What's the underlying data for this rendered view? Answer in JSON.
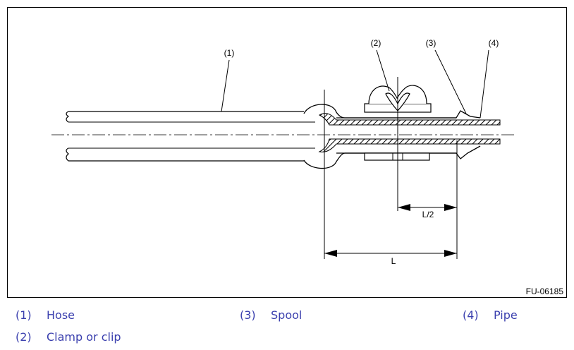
{
  "figure": {
    "callouts": {
      "hose": "(1)",
      "clamp": "(2)",
      "spool": "(3)",
      "pipe": "(4)"
    },
    "dimensions": {
      "half_length": "L/2",
      "length": "L"
    },
    "figure_id": "FU-06185"
  },
  "legend": {
    "items": [
      {
        "num": "(1)",
        "label": "Hose"
      },
      {
        "num": "(2)",
        "label": "Clamp or clip"
      },
      {
        "num": "(3)",
        "label": "Spool"
      },
      {
        "num": "(4)",
        "label": "Pipe"
      }
    ]
  },
  "colors": {
    "legend_text": "#3a3fae",
    "line": "#000000"
  }
}
